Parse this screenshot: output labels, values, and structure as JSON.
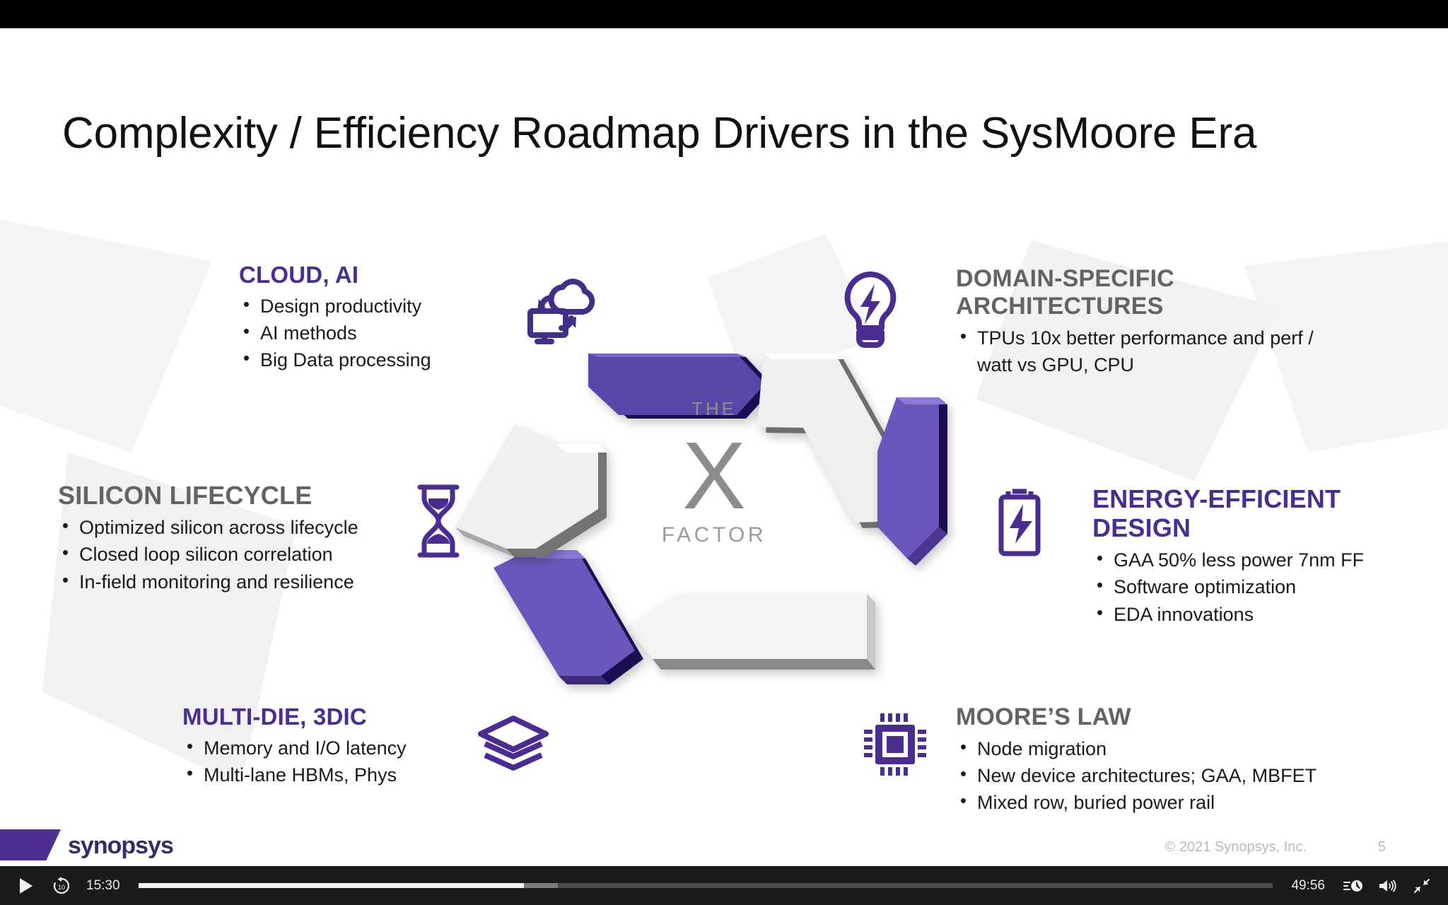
{
  "slide": {
    "title": "Complexity / Efficiency Roadmap Drivers in the SysMoore Era",
    "center": {
      "the": "THE",
      "x": "X",
      "factor": "FACTOR"
    },
    "blocks": [
      {
        "key": "cloud",
        "heading": "CLOUD, AI",
        "heading_color": "#4b2d8f",
        "icon": "cloud-sync-icon",
        "bullets": [
          "Design productivity",
          "AI methods",
          "Big Data processing"
        ]
      },
      {
        "key": "domain",
        "heading": "DOMAIN-SPECIFIC ARCHITECTURES",
        "heading_color": "#636363",
        "icon": "lightbulb-bolt-icon",
        "bullets": [
          "TPUs 10x better performance and perf / watt vs GPU, CPU"
        ]
      },
      {
        "key": "silicon",
        "heading": "SILICON LIFECYCLE",
        "heading_color": "#636363",
        "icon": "hourglass-icon",
        "bullets": [
          "Optimized silicon across lifecycle",
          "Closed loop silicon correlation",
          "In-field monitoring and resilience"
        ]
      },
      {
        "key": "energy",
        "heading": "ENERGY-EFFICIENT DESIGN",
        "heading_color": "#4b2d8f",
        "icon": "battery-bolt-icon",
        "bullets": [
          "GAA 50% less power 7nm FF",
          "Software optimization",
          "EDA innovations"
        ]
      },
      {
        "key": "multidie",
        "heading": "MULTI-DIE, 3DIC",
        "heading_color": "#4b2d8f",
        "icon": "layers-icon",
        "bullets": [
          "Memory and I/O latency",
          "Multi-lane HBMs, Phys"
        ]
      },
      {
        "key": "moore",
        "heading": "MOORE’S LAW",
        "heading_color": "#636363",
        "icon": "chip-icon",
        "bullets": [
          "Node migration",
          "New device architectures; GAA, MBFET",
          "Mixed row, buried power rail"
        ]
      }
    ],
    "footer": {
      "logo": "synopsys",
      "copyright": "© 2021 Synopsys, Inc.",
      "page_number": "5"
    },
    "brand": {
      "purple": "#4b2d8f",
      "light_purple": "#7b62c8",
      "dark_purple": "#2a1660",
      "gray_head": "#636363"
    }
  },
  "player": {
    "play_label": "play-icon",
    "rewind_label": "10",
    "current_time": "15:30",
    "total_time": "49:56",
    "progress_percent": 34,
    "buffer_percent": 37,
    "speed_icon": "playback-speed-icon",
    "volume_icon": "volume-icon",
    "fullscreen_icon": "exit-fullscreen-icon"
  }
}
